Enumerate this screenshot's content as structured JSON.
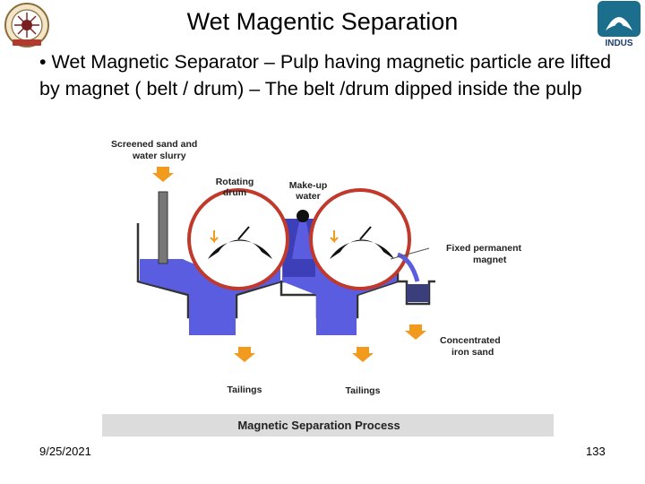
{
  "slide": {
    "title": "Wet Magentic Separation",
    "bullet": "• Wet Magnetic Separator – Pulp having magnetic particle are lifted by magnet ( belt / drum) – The belt /drum  dipped inside the pulp",
    "footer_date": "9/25/2021",
    "page_number": "133"
  },
  "logos": {
    "left": {
      "icon": "iit-bombay-seal-icon"
    },
    "right": {
      "icon": "indus-logo-icon",
      "text": "INDUS"
    }
  },
  "diagram": {
    "caption": "Magnetic Separation Process",
    "labels": {
      "screened_1": "Screened sand and",
      "screened_2": "water slurry",
      "rotating_1": "Rotating",
      "rotating_2": "drum",
      "makeup_1": "Make-up",
      "makeup_2": "water",
      "magnet_1": "Fixed permanent",
      "magnet_2": "magnet",
      "conc_1": "Concentrated",
      "conc_2": "iron sand",
      "tailings_1": "Tailings",
      "tailings_2": "Tailings"
    },
    "colors": {
      "slurry": "#5a5de0",
      "concentrate": "#3a3e7a",
      "arrow": "#f29a1e",
      "drum": "#c0392b",
      "caption_bar": "#dcdcdc"
    }
  }
}
